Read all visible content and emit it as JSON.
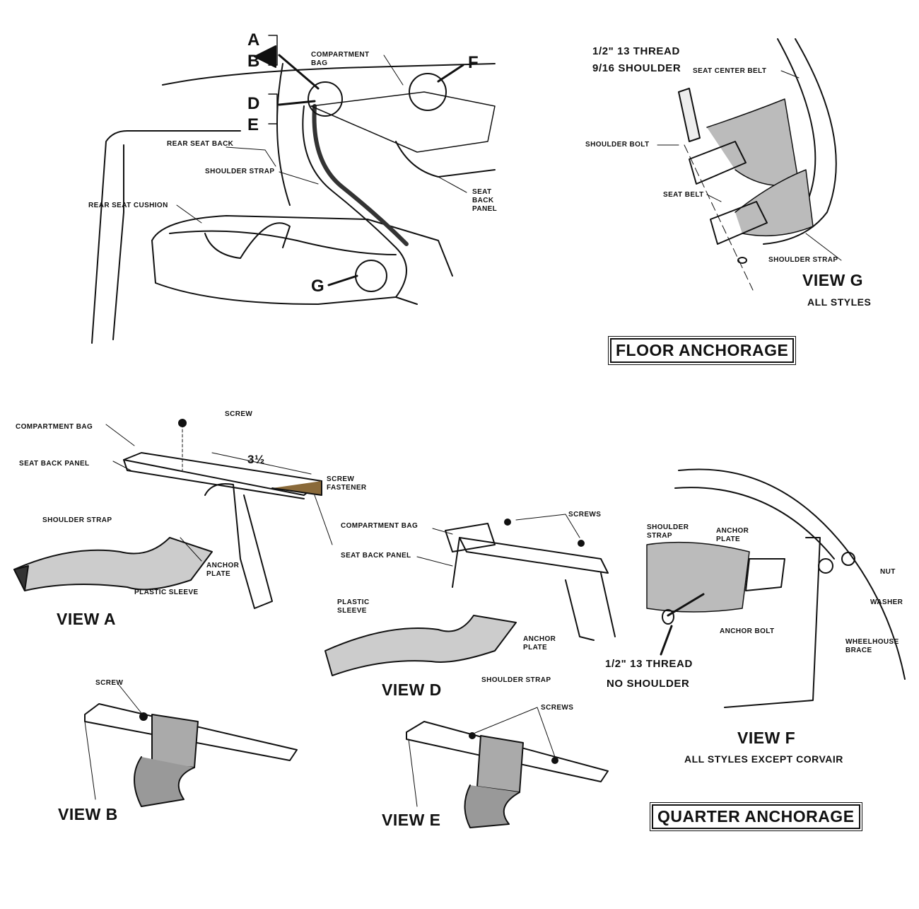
{
  "main_view": {
    "callouts": {
      "a": "A",
      "b": "B",
      "d": "D",
      "e": "E",
      "f": "F",
      "g": "G"
    },
    "compartment_bag": [
      "COMPARTMENT",
      "BAG"
    ],
    "rear_seat_back": "REAR SEAT BACK",
    "shoulder_strap": "SHOULDER STRAP",
    "rear_seat_cushion": "REAR SEAT CUSHION",
    "seat_back_panel": [
      "SEAT",
      "BACK",
      "PANEL"
    ]
  },
  "view_g": {
    "thread": "1/2\" 13 THREAD",
    "shoulder_spec": "9/16 SHOULDER",
    "seat_center_belt": "SEAT CENTER BELT",
    "shoulder_bolt": "SHOULDER BOLT",
    "seat_belt": "SEAT BELT",
    "shoulder_strap": "SHOULDER STRAP",
    "title": "VIEW G",
    "subtitle": "ALL STYLES"
  },
  "floor_anchorage": "FLOOR ANCHORAGE",
  "view_a": {
    "compartment_bag": "COMPARTMENT BAG",
    "screw": "SCREW",
    "seat_back_panel": "SEAT BACK PANEL",
    "dimension": "3½",
    "screw_fastener": [
      "SCREW",
      "FASTENER"
    ],
    "shoulder_strap": "SHOULDER STRAP",
    "anchor_plate": [
      "ANCHOR",
      "PLATE"
    ],
    "plastic_sleeve": "PLASTIC SLEEVE",
    "title": "VIEW A"
  },
  "view_d": {
    "compartment_bag": "COMPARTMENT BAG",
    "screws": "SCREWS",
    "seat_back_panel": "SEAT BACK PANEL",
    "plastic_sleeve": [
      "PLASTIC",
      "SLEEVE"
    ],
    "anchor_plate": [
      "ANCHOR",
      "PLATE"
    ],
    "shoulder_strap": "SHOULDER STRAP",
    "title": "VIEW D"
  },
  "view_f": {
    "shoulder_strap": [
      "SHOULDER",
      "STRAP"
    ],
    "anchor_plate": [
      "ANCHOR",
      "PLATE"
    ],
    "nut": "NUT",
    "washer": "WASHER",
    "anchor_bolt": "ANCHOR BOLT",
    "wheelhouse_brace": [
      "WHEELHOUSE",
      "BRACE"
    ],
    "thread": "1/2\" 13 THREAD",
    "shoulder_spec": "NO SHOULDER",
    "title": "VIEW F",
    "subtitle": "ALL STYLES EXCEPT CORVAIR"
  },
  "view_b": {
    "screw": "SCREW",
    "title": "VIEW B"
  },
  "view_e": {
    "screws": "SCREWS",
    "title": "VIEW E"
  },
  "quarter_anchorage": "QUARTER ANCHORAGE"
}
